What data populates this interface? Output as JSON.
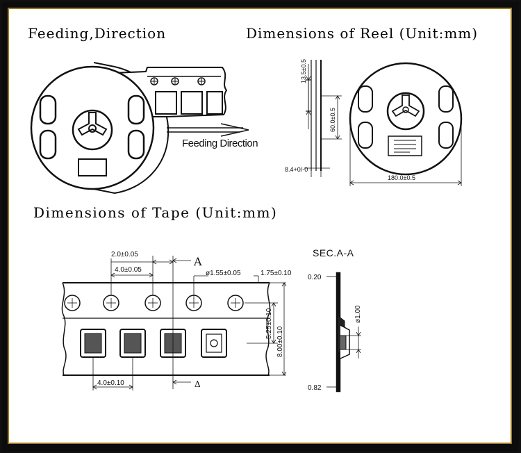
{
  "headings": {
    "feeding": "Feeding,Direction",
    "reel": "Dimensions of Reel (Unit:mm)",
    "tape": "Dimensions of Tape (Unit:mm)"
  },
  "feeding_label": "Feeding Direction",
  "reel_dims": {
    "hub_width": "13.5±0.5",
    "hub_diameter": "60.0±0.5",
    "tape_slot": "8.4+0/-0",
    "reel_diameter": "180.0±0.5"
  },
  "tape_dims": {
    "pitch_half": "2.0±0.05",
    "sprocket_pitch": "4.0±0.05",
    "hole_diameter": "ø1.55±0.05",
    "edge_to_hole": "1.75±0.10",
    "hole_to_pocket": "5.25±0.10",
    "tape_width": "8.00±0.10",
    "pocket_pitch": "4.0±0.10",
    "section_marker": "A",
    "section_marker_bottom": "Δ"
  },
  "section": {
    "title": "SEC.A-A",
    "top_thickness": "0.20",
    "pocket_depth": "ø1.00",
    "total_thickness": "0.82"
  }
}
